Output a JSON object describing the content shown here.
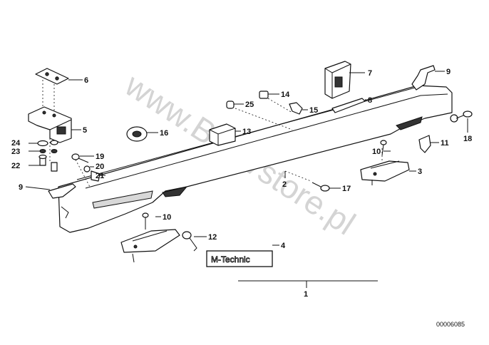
{
  "watermark": "www.BMWstore.pl",
  "reference_code": "00006085",
  "badge_text": "M-Technic",
  "callouts": [
    "1",
    "2",
    "3",
    "4",
    "5",
    "6",
    "7",
    "8",
    "9",
    "9",
    "10",
    "10",
    "11",
    "12",
    "13",
    "14",
    "15",
    "16",
    "17",
    "18",
    "19",
    "20",
    "21",
    "22",
    "23",
    "24",
    "25"
  ]
}
